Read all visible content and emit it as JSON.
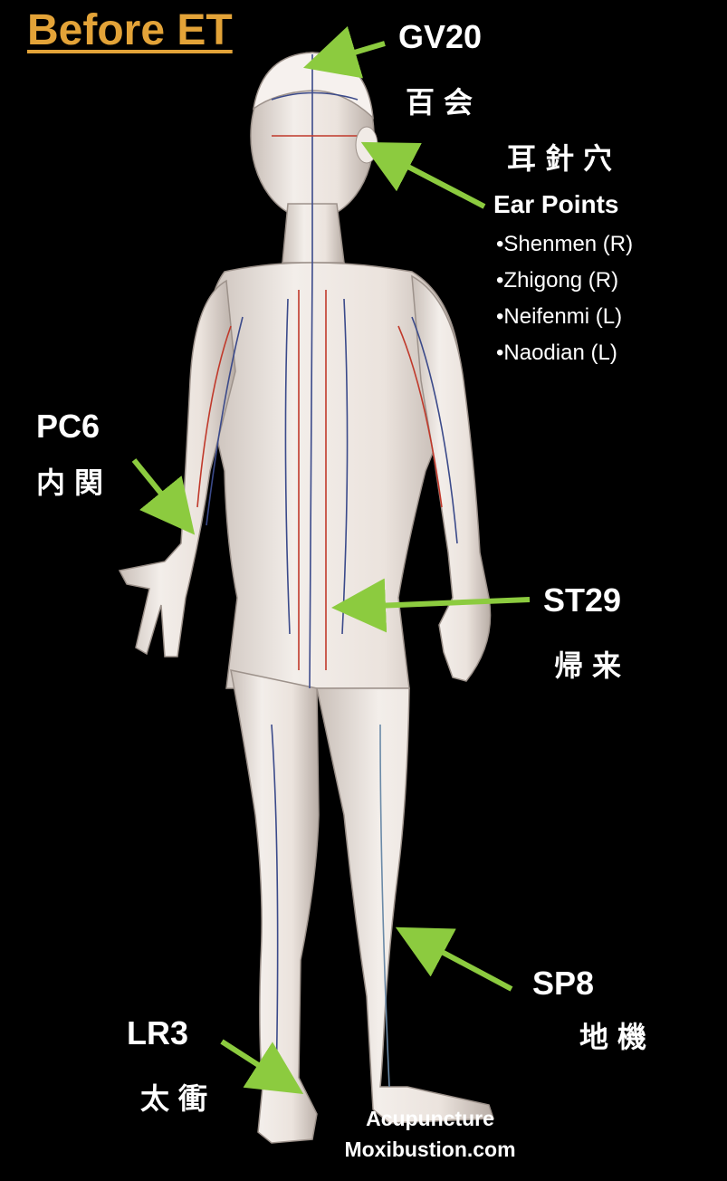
{
  "title": "Before ET",
  "colors": {
    "title": "#E3A338",
    "arrow": "#8CCB3F",
    "background": "#000000",
    "label": "#FFFFFF"
  },
  "points": {
    "gv20": {
      "code": "GV20",
      "chinese": "百会"
    },
    "ear": {
      "chinese": "耳針穴",
      "heading": "Ear Points",
      "items": [
        "•Shenmen (R)",
        "•Zhigong (R)",
        "•Neifenmi (L)",
        "•Naodian (L)"
      ]
    },
    "pc6": {
      "code": "PC6",
      "chinese": "内関"
    },
    "st29": {
      "code": "ST29",
      "chinese": "帰来"
    },
    "sp8": {
      "code": "SP8",
      "chinese": "地機"
    },
    "lr3": {
      "code": "LR3",
      "chinese": "太衝"
    }
  },
  "credit": {
    "line1": "Acupuncture",
    "line2": "Moxibustion.com"
  }
}
